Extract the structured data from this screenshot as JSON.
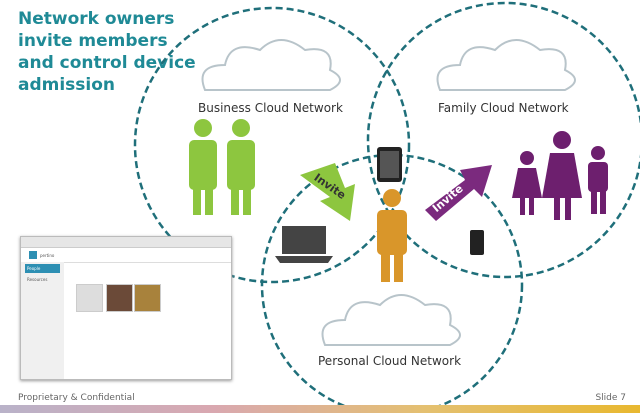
{
  "title": "Network owners invite members and control device admission",
  "networks": {
    "business": "Business Cloud Network",
    "family": "Family Cloud Network",
    "personal": "Personal Cloud Network"
  },
  "arrows": [
    {
      "label": "Invite",
      "color": "#8dc63f"
    },
    {
      "label": "Invite",
      "color": "#7b2a7e"
    }
  ],
  "colors": {
    "accent": "#1f8a96",
    "business": "#8dc63f",
    "family": "#6d1f6e",
    "personal": "#d9962a"
  },
  "screenshot": {
    "logo": "pertino",
    "nav": [
      "People",
      "Resources"
    ]
  },
  "footer": {
    "left": "Proprietary & Confidential",
    "right": "Slide 7"
  }
}
